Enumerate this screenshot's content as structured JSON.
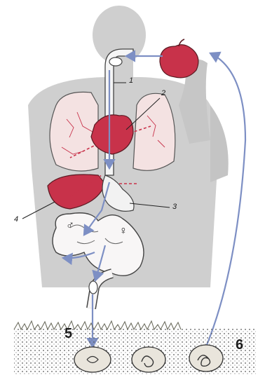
{
  "diagram": {
    "labels": {
      "one": "1",
      "two": "2",
      "three": "3",
      "four": "4",
      "five": "5",
      "six": "6",
      "male": "♂",
      "female": "♀"
    },
    "colors": {
      "silhouette": "#c9c9c9",
      "organ_red": "#c8324a",
      "arrow_blue": "#7d8fc4",
      "lung_pink": "#f2dede",
      "intestine": "#f8f4f4",
      "soil": "#d9d3c4",
      "grass": "#8a8a7a"
    },
    "icons": [
      "apple-icon",
      "egg-icon",
      "roundworm-icon"
    ]
  }
}
